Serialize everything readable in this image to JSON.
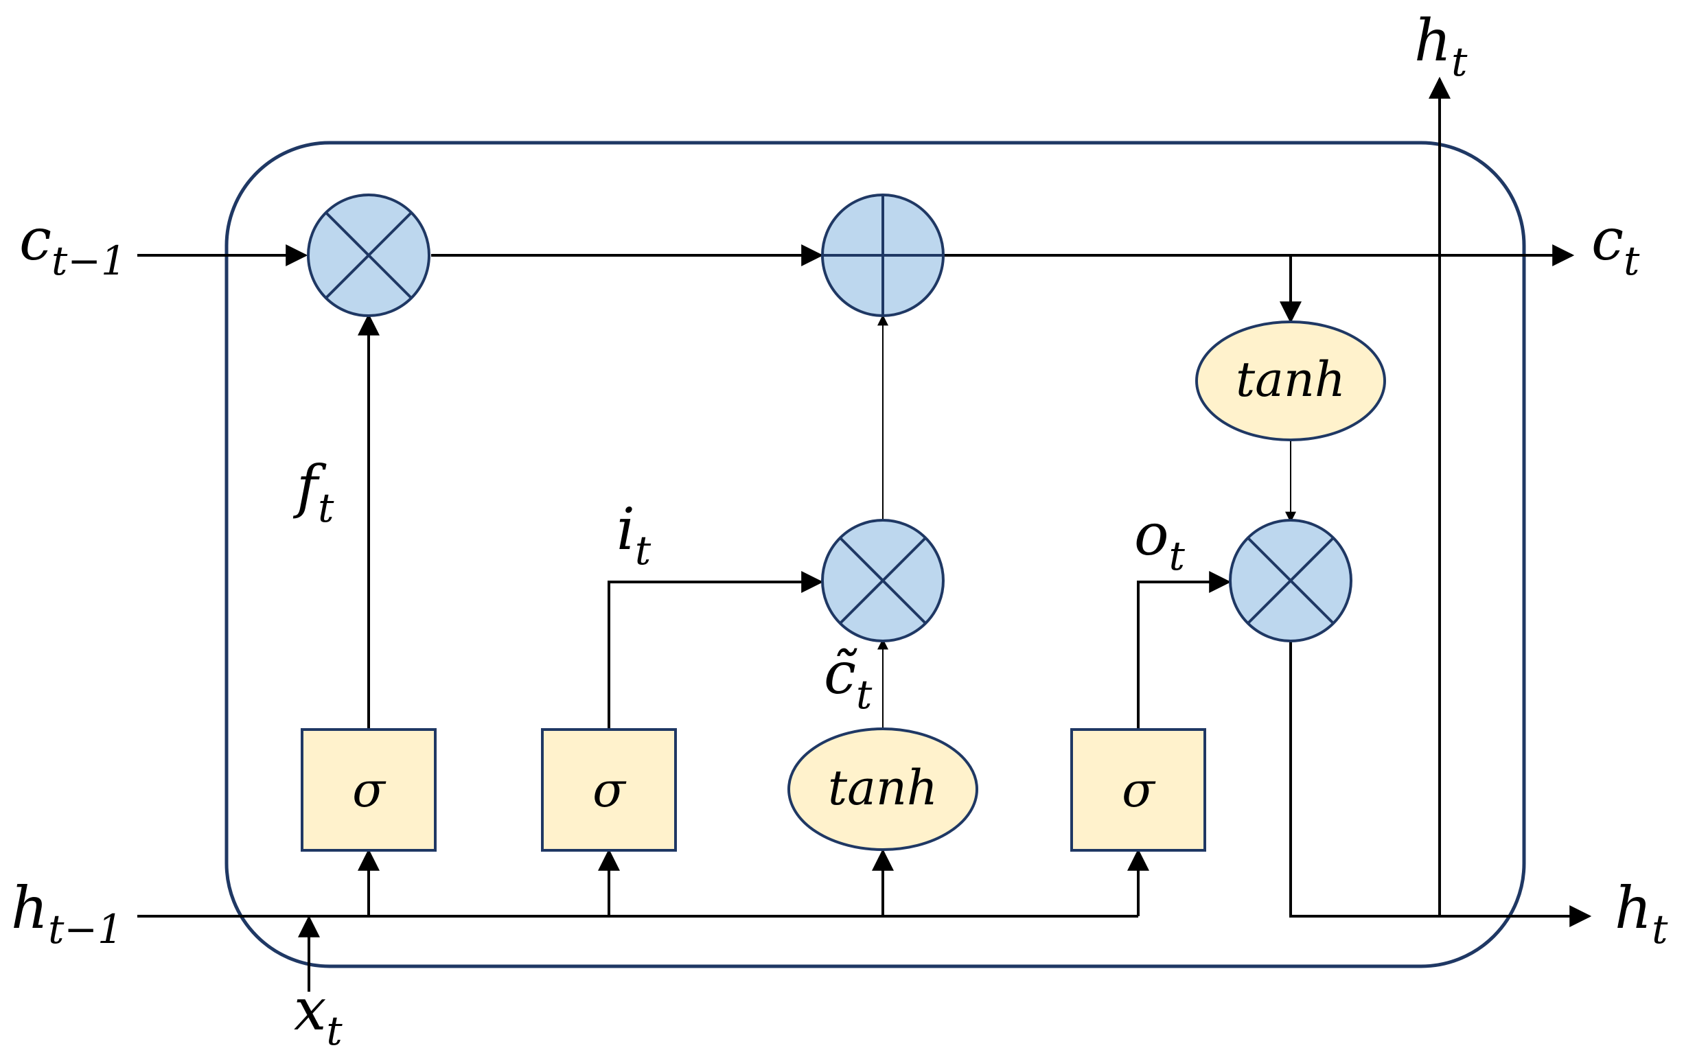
{
  "labels": {
    "c_prev": {
      "base": "c",
      "sub": "t−1"
    },
    "c_next": {
      "base": "c",
      "sub": "t"
    },
    "h_prev": {
      "base": "h",
      "sub": "t−1"
    },
    "h_next": {
      "base": "h",
      "sub": "t"
    },
    "h_top": {
      "base": "h",
      "sub": "t"
    },
    "x_in": {
      "base": "x",
      "sub": "t"
    },
    "forget": {
      "base": "f",
      "sub": "t"
    },
    "input": {
      "base": "i",
      "sub": "t"
    },
    "candidate": {
      "base": "c̃",
      "sub": "t"
    },
    "output": {
      "base": "o",
      "sub": "t"
    }
  },
  "gates": {
    "forget_sigma": "σ",
    "input_sigma": "σ",
    "candidate_tanh": "tanh",
    "output_sigma": "σ",
    "cell_tanh": "tanh"
  },
  "colors": {
    "operator_fill": "#bdd7ee",
    "gate_fill": "#fff2cc",
    "outline": "#1f3864"
  },
  "icons": {
    "multiply": "circle-times-icon",
    "add": "circle-plus-icon"
  }
}
